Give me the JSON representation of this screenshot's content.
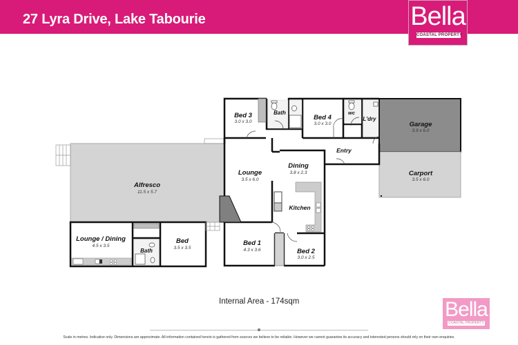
{
  "header": {
    "title": "27 Lyra Drive, Lake Tabourie",
    "background_color": "#d81b78"
  },
  "brand": {
    "name": "Bella",
    "tagline": "COASTAL PROPERTY",
    "color": "#d81b78",
    "footer_logo_color": "#f29ac5"
  },
  "floor_plan": {
    "rooms": [
      {
        "id": "alfresco",
        "label": "Alfresco",
        "dimensions": "11.5 x 5.7"
      },
      {
        "id": "lounge",
        "label": "Lounge",
        "dimensions": "3.5 x 6.0"
      },
      {
        "id": "bed3",
        "label": "Bed 3",
        "dimensions": "3.0 x 3.0"
      },
      {
        "id": "bath-main",
        "label": "Bath",
        "dimensions": ""
      },
      {
        "id": "bed4",
        "label": "Bed 4",
        "dimensions": "3.0 x 3.0"
      },
      {
        "id": "wc",
        "label": "wc",
        "dimensions": ""
      },
      {
        "id": "laundry",
        "label": "L'dry",
        "dimensions": ""
      },
      {
        "id": "garage",
        "label": "Garage",
        "dimensions": "3.9 x 6.0"
      },
      {
        "id": "carport",
        "label": "Carport",
        "dimensions": "3.5 x 6.0"
      },
      {
        "id": "entry",
        "label": "Entry",
        "dimensions": ""
      },
      {
        "id": "dining",
        "label": "Dining",
        "dimensions": "3.8 x 2.3"
      },
      {
        "id": "kitchen",
        "label": "Kitchen",
        "dimensions": ""
      },
      {
        "id": "bed1",
        "label": "Bed 1",
        "dimensions": "4.3 x 3.6"
      },
      {
        "id": "bed2",
        "label": "Bed 2",
        "dimensions": "3.0 x 2.5"
      },
      {
        "id": "lounge-dining",
        "label": "Lounge / Dining",
        "dimensions": "4.5 x 3.5"
      },
      {
        "id": "bath-granny",
        "label": "Bath",
        "dimensions": ""
      },
      {
        "id": "bed-granny",
        "label": "Bed",
        "dimensions": "3.5 x 3.5"
      }
    ],
    "internal_area": "Internal Area - 174sqm"
  },
  "footer": {
    "disclaimer": "Scale in metres. Indicative only. Dimensions are approximate. All information contained herein is gathered from sources we believe to be reliable. However we cannot guarantee its accuracy and interested persons should rely on their own enquiries."
  }
}
